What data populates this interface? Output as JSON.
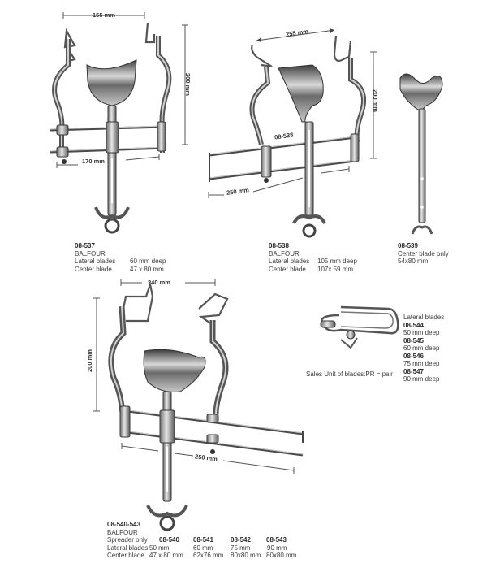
{
  "products": [
    {
      "code": "08-537",
      "name": "BALFOUR",
      "specs": [
        {
          "label": "Lateral blades",
          "value": "60 mm deep"
        },
        {
          "label": "Center blade",
          "value": "47 x 80 mm"
        }
      ],
      "dimensions": {
        "top": "155 mm",
        "height": "200 mm",
        "bottom": "170 mm"
      }
    },
    {
      "code": "08-538",
      "name": "BALFOUR",
      "specs": [
        {
          "label": "Lateral blades",
          "value": "105 mm deep"
        },
        {
          "label": "Center blade",
          "value": "107x 59  mm"
        }
      ],
      "dimensions": {
        "top": "255 mm",
        "height": "200 mm",
        "bottom": "250 mm",
        "rod_label": "08-538"
      }
    },
    {
      "code": "08-539",
      "lines": [
        "Center blade only",
        "54x80 mm"
      ]
    },
    {
      "code": "08-540-543",
      "name": "BALFOUR",
      "dimensions": {
        "top": "240 mm",
        "height": "200 mm",
        "bottom": "250 mm"
      },
      "table": {
        "row_labels": [
          "Spreader only",
          "Lateral blades",
          "Center blade"
        ],
        "columns": [
          {
            "code": "08-540",
            "lateral": "50 mm",
            "center": "47 x 80 mm"
          },
          {
            "code": "08-541",
            "lateral": "60 mm",
            "center": "62x76 mm"
          },
          {
            "code": "08-542",
            "lateral": "75 mm",
            "center": "80x80 mm"
          },
          {
            "code": "08-543",
            "lateral": "90 mm",
            "center": "80x80 mm"
          }
        ]
      }
    }
  ],
  "lateral_blades": {
    "title": "Lateral blades",
    "items": [
      {
        "code": "08-544",
        "depth": "50 mm deep"
      },
      {
        "code": "08-545",
        "depth": "60 mm deep"
      },
      {
        "code": "08-546",
        "depth": "75 mm deep"
      },
      {
        "code": "08-547",
        "depth": "90 mm deep"
      }
    ],
    "sales_unit": "Sales Unit of blades:PR = pair"
  }
}
